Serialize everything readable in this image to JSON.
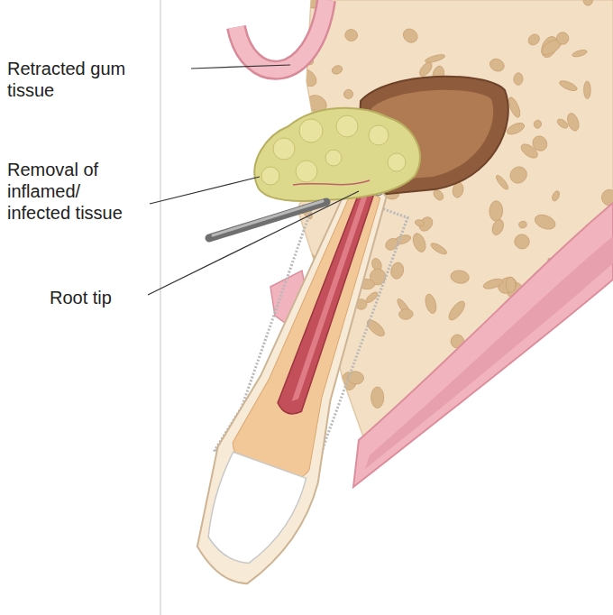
{
  "diagram": {
    "labels": [
      "Retracted gum tissue",
      "Removal of inflamed/ infected tissue",
      "Root tip"
    ]
  }
}
